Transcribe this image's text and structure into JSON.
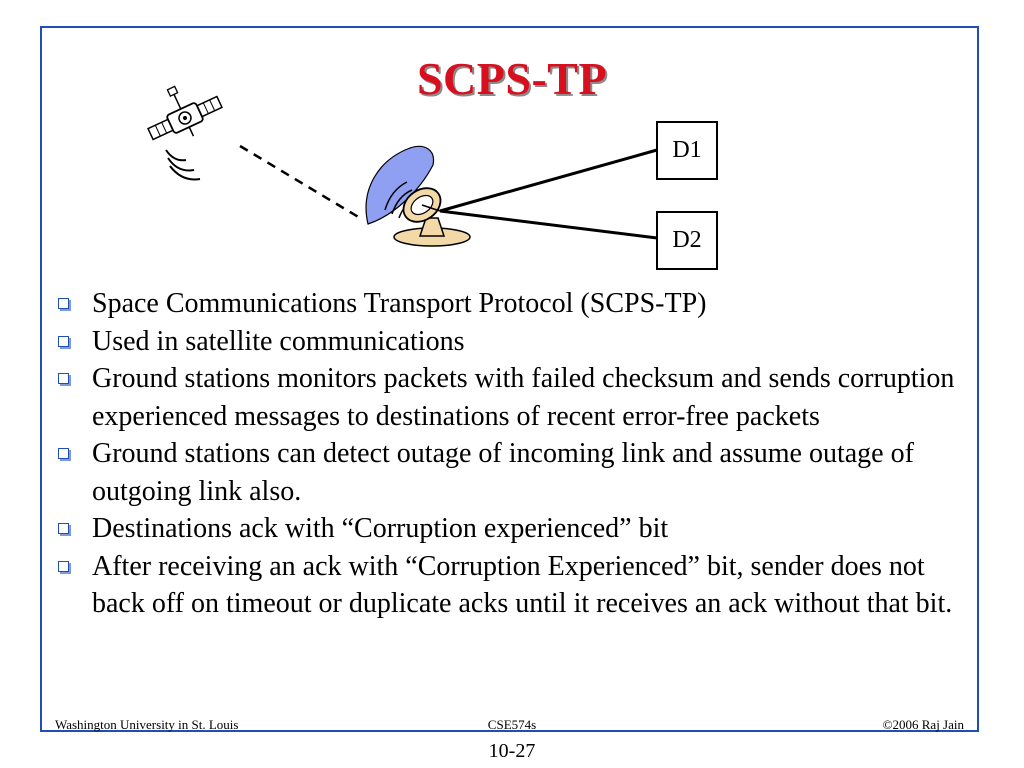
{
  "slide": {
    "title": "SCPS-TP",
    "diagram": {
      "box_d1": "D1",
      "box_d2": "D2"
    },
    "bullets": [
      "Space Communications Transport Protocol (SCPS-TP)",
      "Used in satellite communications",
      "Ground stations monitors packets with failed checksum and sends corruption experienced messages to destinations of recent error-free packets",
      "Ground stations can detect outage of incoming link and assume outage of outgoing link also.",
      "Destinations ack with “Corruption experienced” bit",
      "After receiving an ack  with “Corruption Experienced” bit, sender does not back off on timeout or duplicate acks until it receives an ack without that bit."
    ]
  },
  "footer": {
    "left": "Washington University in St. Louis",
    "center": "CSE574s",
    "right": "©2006 Raj Jain"
  },
  "page_number": "10-27",
  "colors": {
    "frame": "#1f4fb5",
    "title": "#d80f1e",
    "dish_wave": "#8f9ff2",
    "dish_body": "#f3d9a8"
  }
}
